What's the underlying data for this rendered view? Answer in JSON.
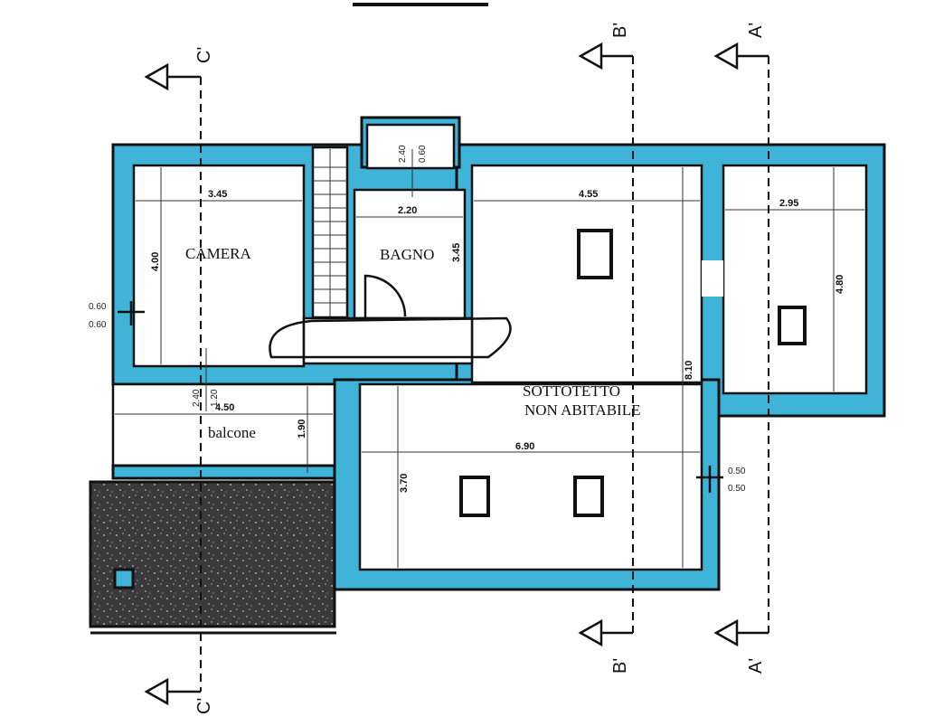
{
  "rooms": {
    "camera": "CAMERA",
    "bagno": "BAGNO",
    "balcone": "balcone",
    "sottotetto_1": "SOTTOTETTO",
    "sottotetto_2": "NON ABITABILE"
  },
  "dimensions": {
    "camera_width": "3.45",
    "camera_height": "4.00",
    "bagno_width": "2.20",
    "bagno_height": "3.45",
    "sottotetto_top_width": "4.55",
    "small_room_width": "2.95",
    "small_room_height": "4.80",
    "sottotetto_height": "8.10",
    "balcone_width": "4.50",
    "balcone_height": "1.90",
    "sottotetto_bottom_width": "6.90",
    "sottotetto_lower_height": "3.70",
    "window_top_a": "2.40",
    "window_top_b": "0.60",
    "window_left_a": "0.60",
    "window_left_b": "0.60",
    "window_right_a": "0.50",
    "window_right_b": "0.50",
    "balcone_door_a": "2.40",
    "balcone_door_b": "1.20"
  },
  "sections": {
    "a_top": "A'",
    "a_bottom": "A'",
    "b_top": "B'",
    "b_bottom": "B'",
    "c_top": "C'",
    "c_bottom": "C'"
  },
  "colors": {
    "wall": "#3fb3d8",
    "roof": "#3a3a3a"
  }
}
